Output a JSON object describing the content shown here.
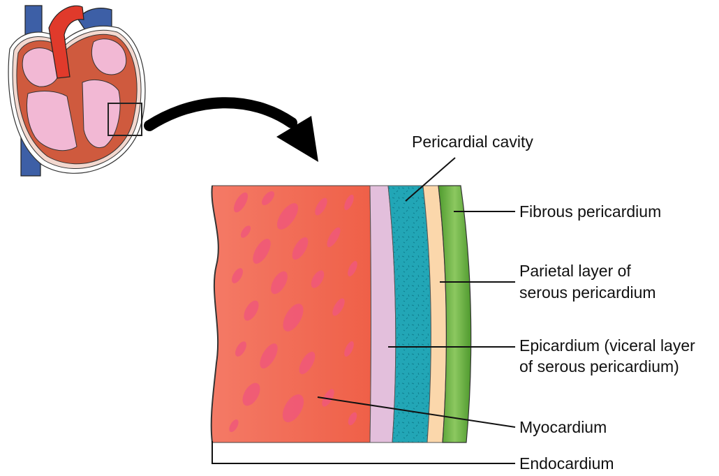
{
  "labels": {
    "pericardial_cavity": "Pericardial cavity",
    "fibrous_pericardium": "Fibrous pericardium",
    "parietal_line1": "Parietal layer of",
    "parietal_line2": "serous pericardium",
    "epicardium_line1": "Epicardium (viceral layer",
    "epicardium_line2": "of serous pericardium)",
    "myocardium": "Myocardium",
    "endocardium": "Endocardium"
  },
  "colors": {
    "myocardium": "#f26b55",
    "myocardium_spots": "#f0587a",
    "epicardium": "#e3bfdc",
    "pericardial_cavity": "#1ea3b4",
    "parietal_layer": "#fbd7ab",
    "fibrous_pericardium": "#6ab042",
    "heart_muscle": "#cf5a3e",
    "heart_chambers": "#f2b8d4",
    "aorta": "#e03a2b",
    "vena_cava": "#3d5fa6",
    "leader_lines": "#111111"
  }
}
